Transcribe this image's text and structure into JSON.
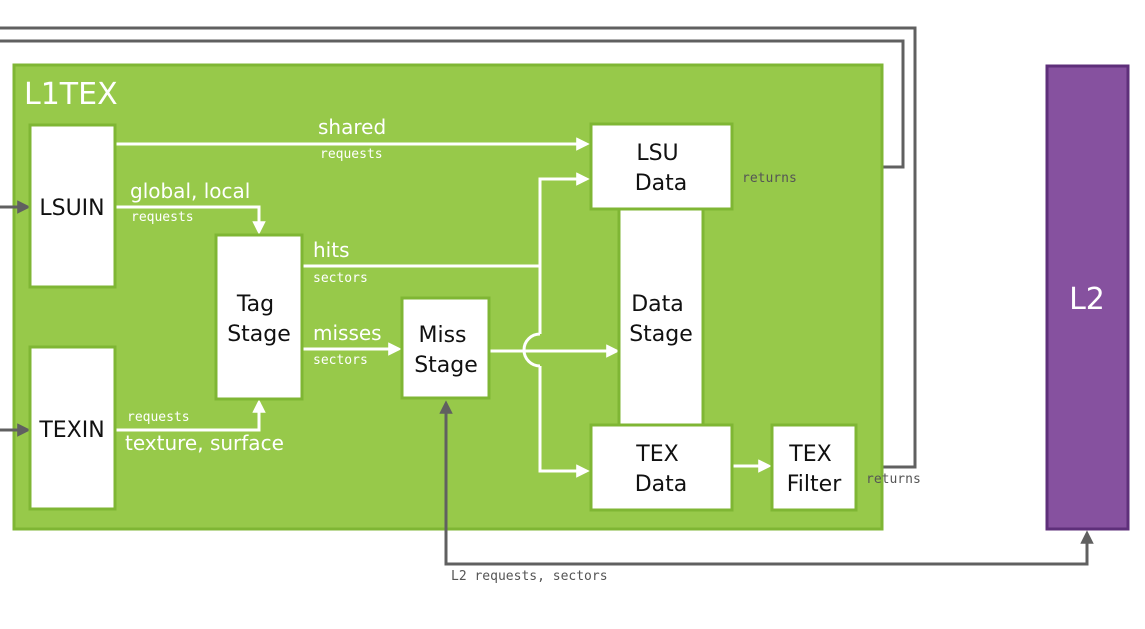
{
  "l1tex": {
    "title": "L1TEX",
    "fill": "#97c94a",
    "border": "#7fb634"
  },
  "l2": {
    "title": "L2",
    "fill": "#86519f",
    "border": "#5e2f7a"
  },
  "blocks": {
    "lsuin": "LSUIN",
    "texin": "TEXIN",
    "tag_stage": [
      "Tag",
      "Stage"
    ],
    "miss_stage": [
      "Miss",
      "Stage"
    ],
    "lsu_data": [
      "LSU",
      "Data"
    ],
    "data_stage": [
      "Data",
      "Stage"
    ],
    "tex_data": [
      "TEX",
      "Data"
    ],
    "tex_filter": [
      "TEX",
      "Filter"
    ]
  },
  "edges": {
    "shared": {
      "label": "shared",
      "sub": "requests"
    },
    "global_local": {
      "label": "global, local",
      "sub": "requests"
    },
    "hits": {
      "label": "hits",
      "sub": "sectors"
    },
    "misses": {
      "label": "misses",
      "sub": "sectors"
    },
    "texture_surface": {
      "label": "texture, surface",
      "sub": "requests"
    },
    "lsu_returns": {
      "sub": "returns"
    },
    "tex_returns": {
      "sub": "returns"
    },
    "l2_requests": {
      "sub": "L2 requests, sectors"
    }
  },
  "colors": {
    "white_arrow": "#ffffff",
    "gray_line": "#606060",
    "box_fill": "#ffffff",
    "box_border": "#7fb634"
  }
}
